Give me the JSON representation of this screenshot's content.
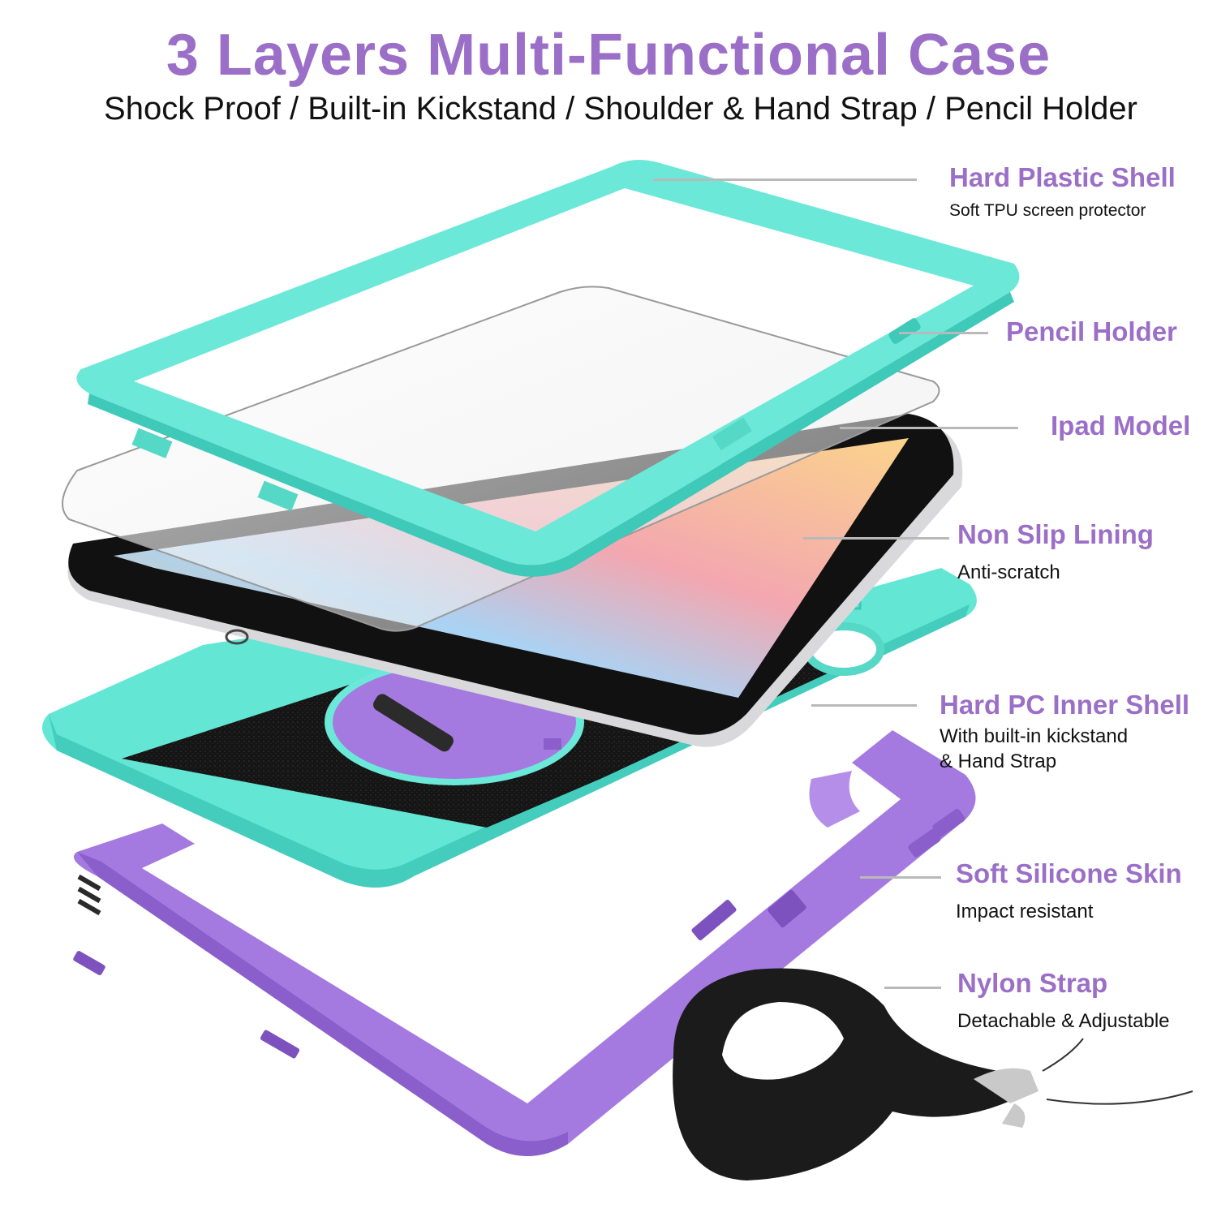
{
  "header": {
    "title": "3 Layers Multi-Functional Case",
    "subtitle": "Shock Proof / Built-in Kickstand / Shoulder & Hand Strap / Pencil Holder"
  },
  "colors": {
    "accent_purple": "#9b6fc7",
    "teal_shell": "#5fe3d2",
    "purple_skin": "#a57ae0",
    "lining_black": "#1a1a1a",
    "leader_gray": "#b9b9b9"
  },
  "callouts": [
    {
      "title": "Hard Plastic Shell",
      "description": "Soft TPU screen protector"
    },
    {
      "title": "Pencil Holder",
      "description": ""
    },
    {
      "title": "Ipad Model",
      "description": ""
    },
    {
      "title": "Non Slip Lining",
      "description": "Anti-scratch"
    },
    {
      "title": "Hard PC Inner Shell",
      "description": "With built-in kickstand",
      "description2": "& Hand Strap"
    },
    {
      "title": "Soft Silicone Skin",
      "description": "Impact resistant"
    },
    {
      "title": "Nylon Strap",
      "description": "Detachable & Adjustable"
    }
  ],
  "illustration": {
    "parts": [
      "hard-plastic-shell-frame",
      "screen-protector",
      "ipad",
      "non-slip-lining",
      "hard-pc-inner-shell",
      "rotating-kickstand",
      "soft-silicone-skin",
      "nylon-shoulder-strap"
    ]
  }
}
